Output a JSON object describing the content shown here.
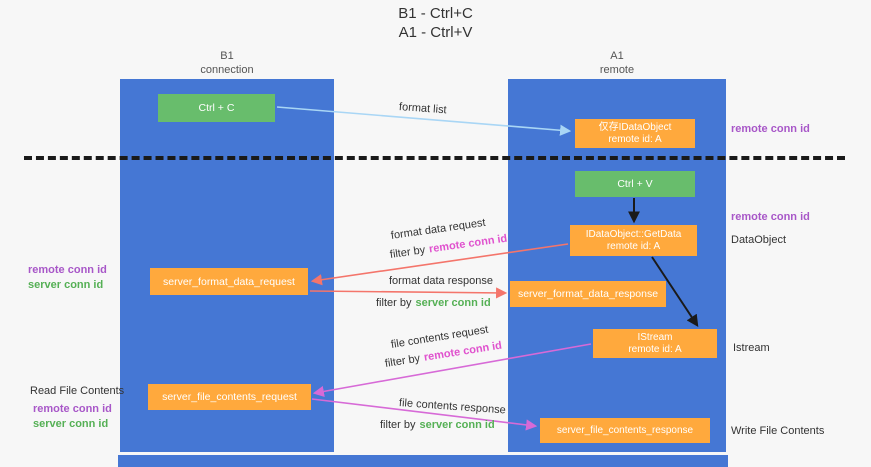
{
  "colors": {
    "background": "#f7f7f7",
    "lane_blue": "#4577d4",
    "green_box": "#68bd6c",
    "orange_box": "#ffa93d",
    "purple_text": "#a857c8",
    "magenta_text": "#e052ce",
    "green_text": "#55b055",
    "red_arrow": "#f4756b",
    "magenta_arrow": "#d76ad7",
    "light_blue_arrow": "#a9d6f5",
    "black_arrow": "#1a1a1a"
  },
  "title": {
    "line1": "B1 - Ctrl+C",
    "line2": "A1 - Ctrl+V"
  },
  "lanes": {
    "left": {
      "title": "B1",
      "subtitle": "connection"
    },
    "right": {
      "title": "A1",
      "subtitle": "remote"
    }
  },
  "boxes": {
    "ctrl_c": {
      "label": "Ctrl + C"
    },
    "ctrl_v": {
      "label": "Ctrl + V"
    },
    "idataobject": {
      "line1": "仅存IDataObject",
      "line2": "remote id: A"
    },
    "getdata": {
      "line1": "IDataObject::GetData",
      "line2": "remote id: A"
    },
    "istream": {
      "line1": "IStream",
      "line2": "remote id: A"
    },
    "format_request": {
      "label": "server_format_data_request"
    },
    "format_response": {
      "label": "server_format_data_response"
    },
    "file_request": {
      "label": "server_file_contents_request"
    },
    "file_response": {
      "label": "server_file_contents_response"
    }
  },
  "arrow_labels": {
    "format_list": "format list",
    "format_data_request": "format data request",
    "format_data_response": "format data response",
    "file_contents_request": "file contents request",
    "file_contents_response": "file contents response",
    "filter_by": "filter by",
    "remote_conn_id": "remote conn id",
    "server_conn_id": "server conn id"
  },
  "side_labels": {
    "right_remote_conn_top": "remote conn id",
    "right_remote_conn_mid": "remote conn id",
    "dataobject": "DataObject",
    "istream": "Istream",
    "write_file_contents": "Write File Contents",
    "read_file_contents": "Read File Contents",
    "left_remote_conn_1": "remote conn id",
    "left_server_conn_1": "server conn id",
    "left_remote_conn_2": "remote conn id",
    "left_server_conn_2": "server conn id"
  }
}
